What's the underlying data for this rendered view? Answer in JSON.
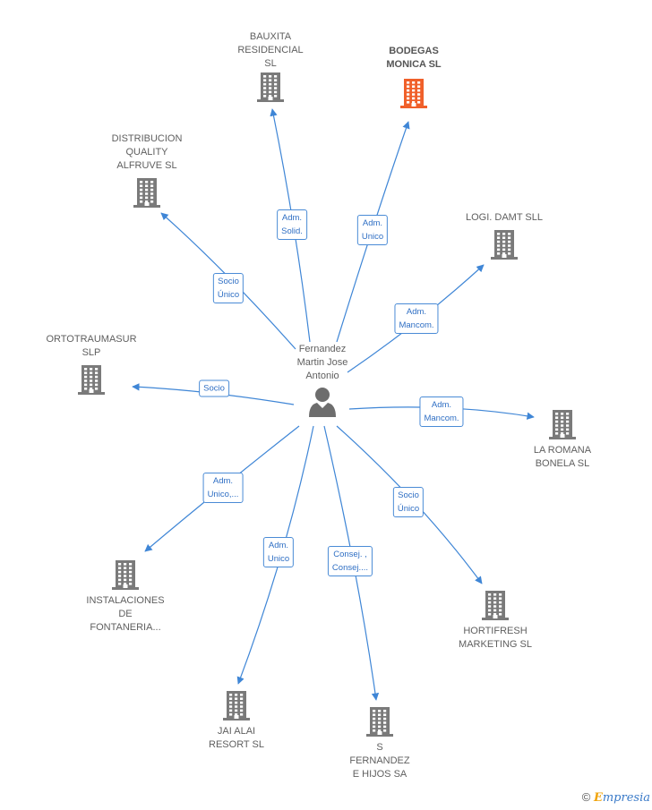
{
  "center": {
    "label": "Fernandez\nMartin Jose\nAntonio",
    "icon": "person-icon"
  },
  "colors": {
    "edge": "#3f86d6",
    "building": "#7a7a7a",
    "highlight": "#f0602a"
  },
  "nodes": [
    {
      "id": "bauxita",
      "label": "BAUXITA\nRESIDENCIAL\nSL",
      "icon": "building-icon"
    },
    {
      "id": "bodegas",
      "label": "BODEGAS\nMONICA SL",
      "icon": "building-icon",
      "highlight": true
    },
    {
      "id": "distribucion",
      "label": "DISTRIBUCION\nQUALITY\nALFRUVE SL",
      "icon": "building-icon"
    },
    {
      "id": "logi",
      "label": "LOGI. DAMT SLL",
      "icon": "building-icon"
    },
    {
      "id": "ortotraumasur",
      "label": "ORTOTRAUMASUR\nSLP",
      "icon": "building-icon"
    },
    {
      "id": "laromana",
      "label": "LA ROMANA\nBONELA SL",
      "icon": "building-icon"
    },
    {
      "id": "instalaciones",
      "label": "INSTALACIONES\nDE\nFONTANERIA...",
      "icon": "building-icon"
    },
    {
      "id": "hortifresh",
      "label": "HORTIFRESH\nMARKETING SL",
      "icon": "building-icon"
    },
    {
      "id": "jaialai",
      "label": "JAI ALAI\nRESORT SL",
      "icon": "building-icon"
    },
    {
      "id": "sfernandez",
      "label": "S\nFERNANDEZ\nE HIJOS SA",
      "icon": "building-icon"
    }
  ],
  "relations": [
    {
      "target": "bauxita",
      "label": "Adm.\nSolid."
    },
    {
      "target": "bodegas",
      "label": "Adm.\nUnico"
    },
    {
      "target": "distribucion",
      "label": "Socio\nÚnico"
    },
    {
      "target": "logi",
      "label": "Adm.\nMancom."
    },
    {
      "target": "ortotraumasur",
      "label": "Socio"
    },
    {
      "target": "laromana",
      "label": "Adm.\nMancom."
    },
    {
      "target": "instalaciones",
      "label": "Adm.\nUnico,..."
    },
    {
      "target": "hortifresh",
      "label": "Socio\nÚnico"
    },
    {
      "target": "jaialai",
      "label": "Adm.\nUnico"
    },
    {
      "target": "sfernandez",
      "label": "Consej. ,\nConsej...."
    }
  ],
  "copyright": {
    "symbol": "©",
    "brand_initial": "E",
    "brand_rest": "mpresia"
  }
}
